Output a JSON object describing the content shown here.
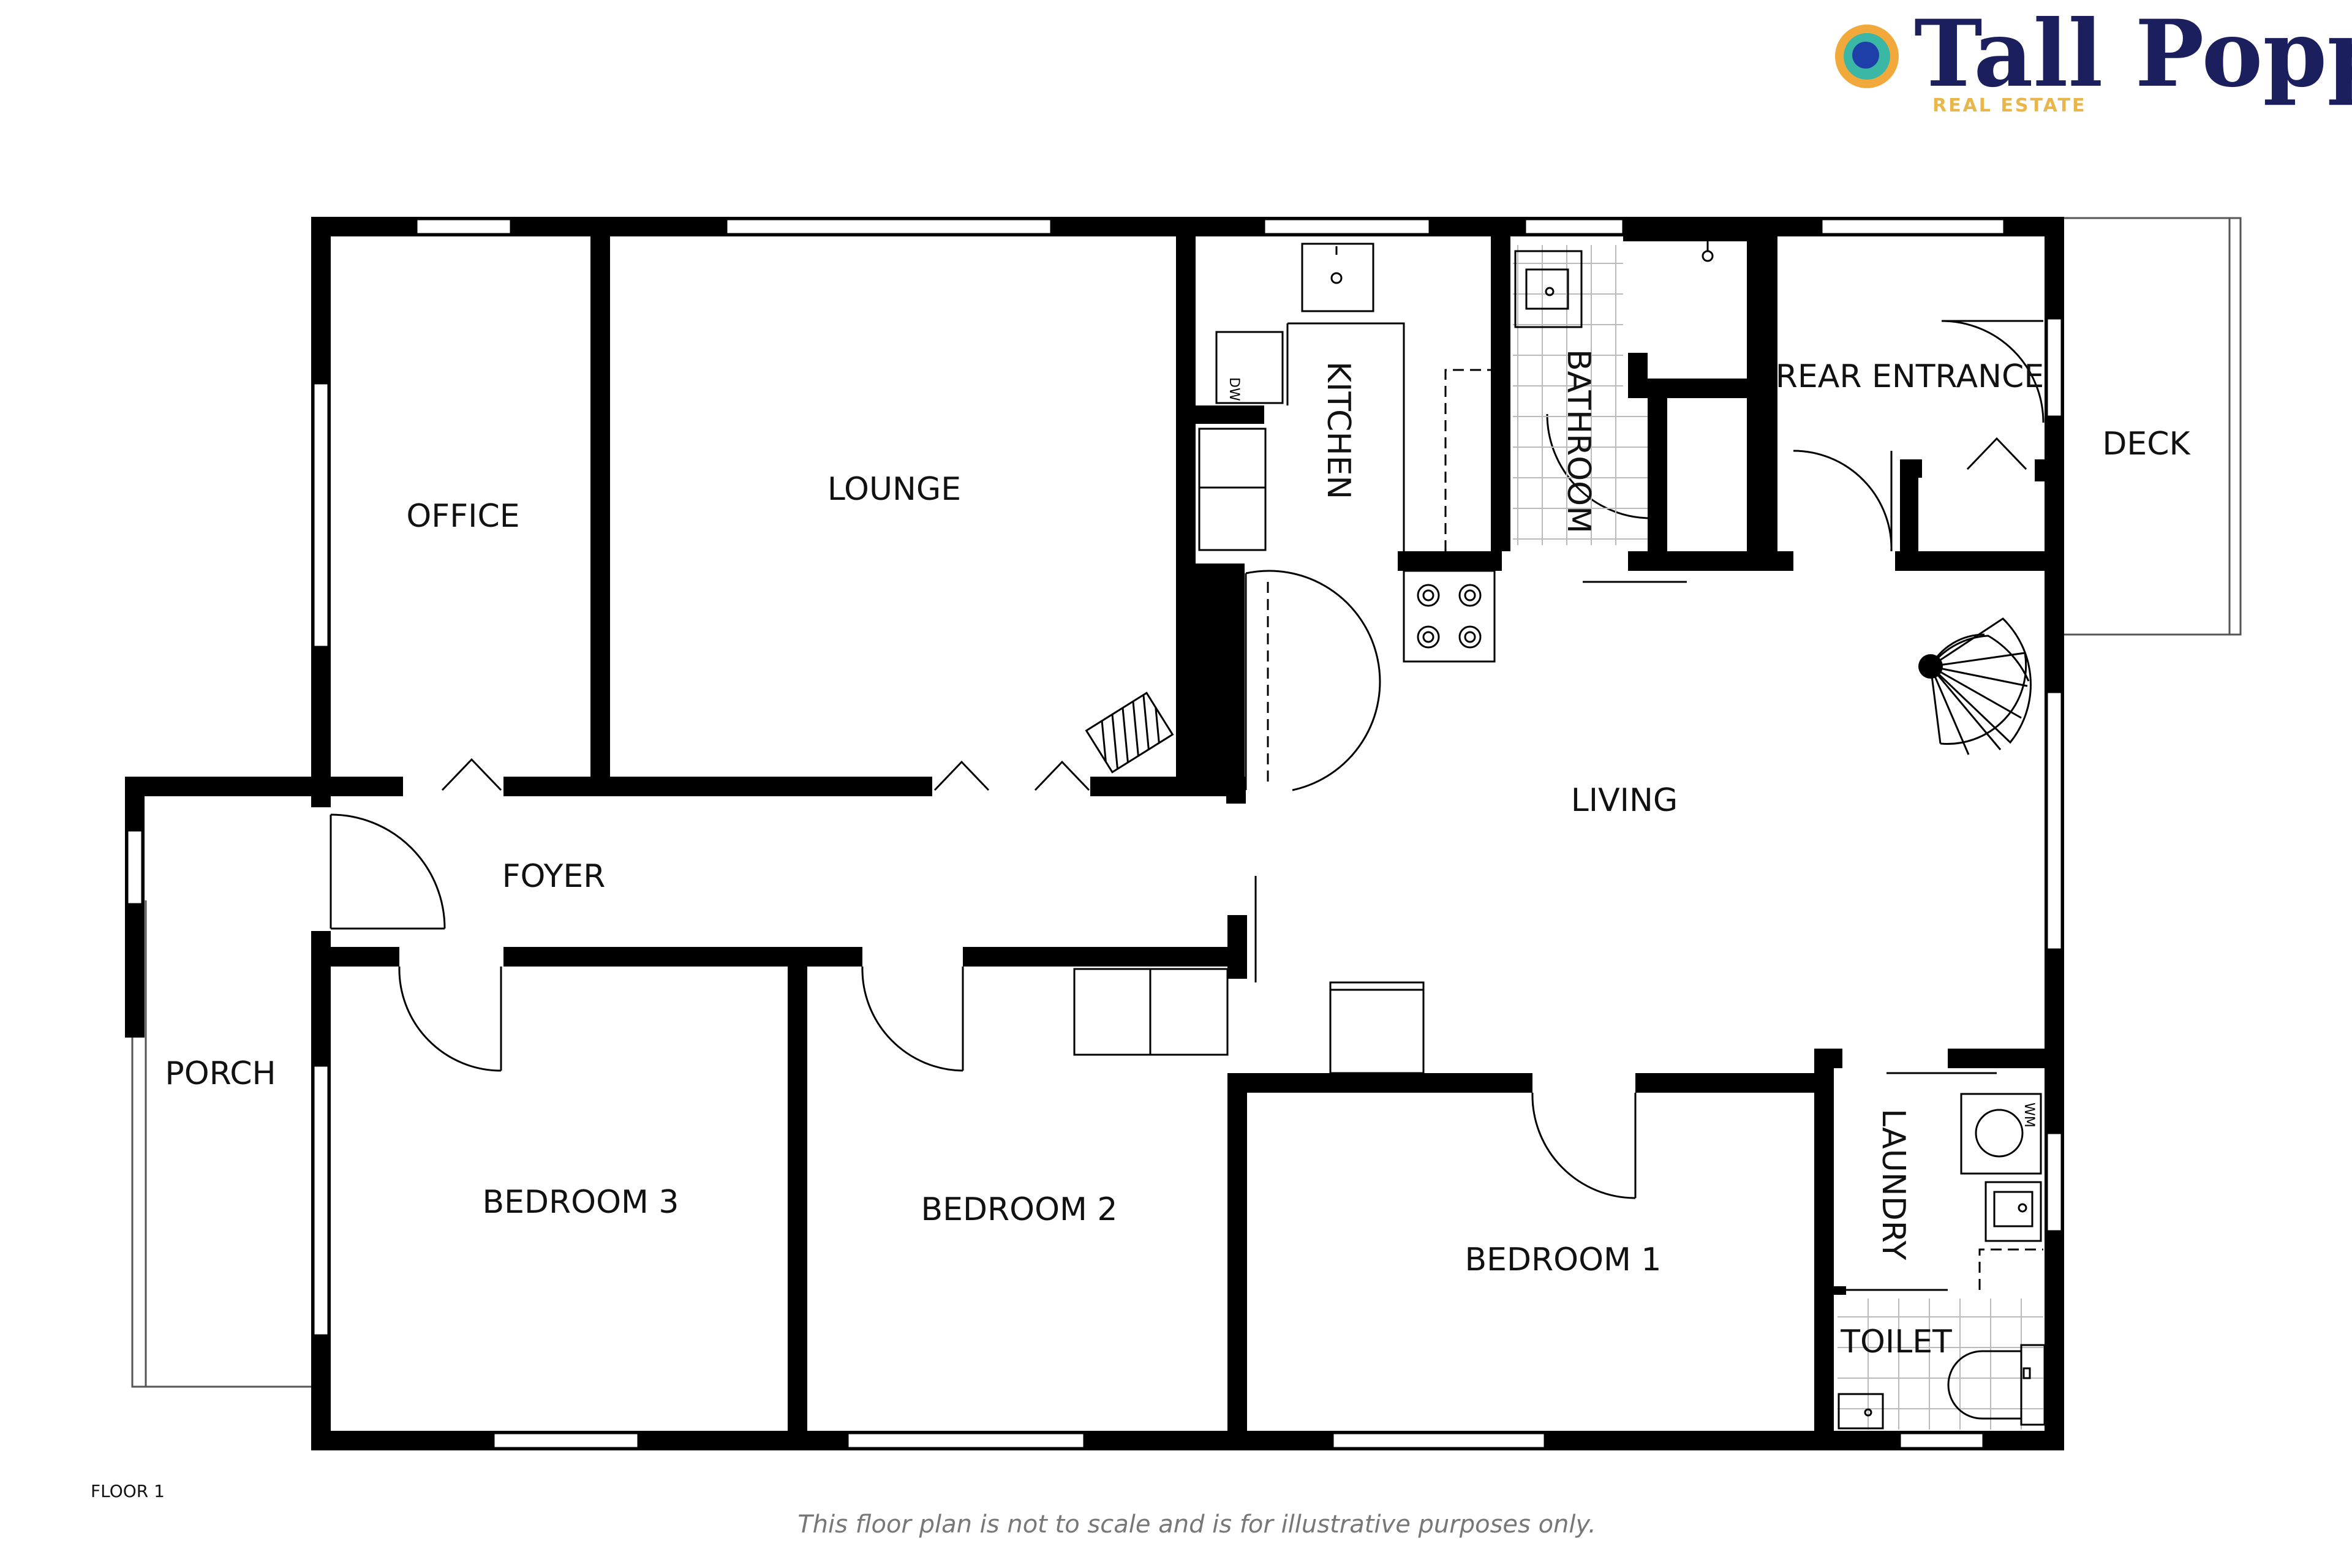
{
  "brand": {
    "name": "Tall Poppy",
    "subtitle": "REAL ESTATE",
    "colors": {
      "navy": "#1b1f5e",
      "gold": "#e8b64a",
      "teal": "#3bb7a6",
      "ring": "#f2a93b",
      "blue": "#1f3fa8"
    }
  },
  "floor_label": "FLOOR 1",
  "disclaimer": "This floor plan is not to scale and is for illustrative purposes only.",
  "rooms": {
    "office": "OFFICE",
    "lounge": "LOUNGE",
    "kitchen": "KITCHEN",
    "bathroom": "BATHROOM",
    "rear_entrance": "REAR ENTRANCE",
    "deck": "DECK",
    "living": "LIVING",
    "foyer": "FOYER",
    "porch": "PORCH",
    "bedroom3": "BEDROOM 3",
    "bedroom2": "BEDROOM 2",
    "bedroom1": "BEDROOM 1",
    "laundry": "LAUNDRY",
    "toilet": "TOILET"
  },
  "appliances": {
    "dishwasher": "DW",
    "washing_machine": "WM"
  }
}
